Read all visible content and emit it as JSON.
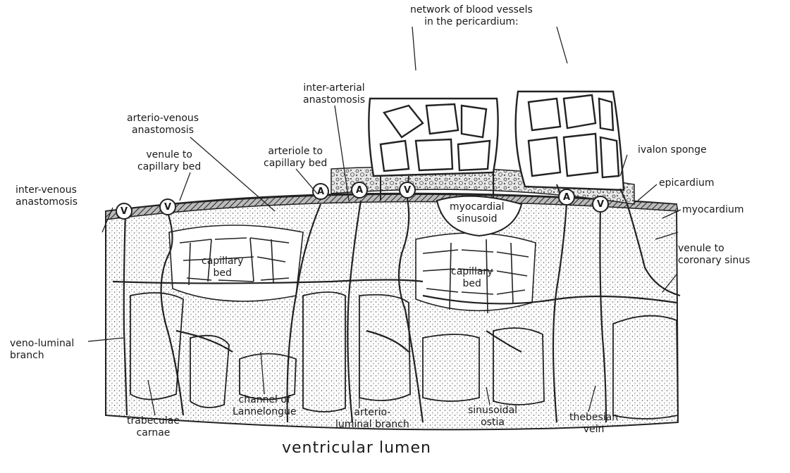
{
  "labels": {
    "pericardium_network": [
      "network of blood vessels",
      "in the pericardium:"
    ],
    "inter_arterial": [
      "inter-arterial",
      "anastomosis"
    ],
    "arterio_venous": [
      "arterio-venous",
      "anastomosis"
    ],
    "arteriole_to_capillary": [
      "arteriole to",
      "capillary bed"
    ],
    "venule_to_capillary": [
      "venule to",
      "capillary bed"
    ],
    "inter_venous": [
      "inter-venous",
      "anastomosis"
    ],
    "ivalon_sponge": "ivalon sponge",
    "epicardium": "epicardium",
    "myocardium": "myocardium",
    "myocardial_sinusoid": [
      "myocardial",
      "sinusoid"
    ],
    "venule_to_coronary": [
      "venule to",
      "coronary sinus"
    ],
    "capillary_bed_left": [
      "capillary",
      "bed"
    ],
    "capillary_bed_right": [
      "capillary",
      "bed"
    ],
    "veno_luminal": [
      "veno-luminal",
      "branch"
    ],
    "trabeculae": [
      "trabeculae",
      "carnae"
    ],
    "channel_lannelongue": [
      "channel of",
      "Lannelongue"
    ],
    "arterio_luminal": [
      "arterio-",
      "luminal branch"
    ],
    "sinusoidal_ostia": [
      "sinusoidal",
      "ostia"
    ],
    "thebesian_vein": [
      "thebesian",
      "vein"
    ],
    "ventricular_lumen": "ventricular lumen",
    "vessel_marks": [
      "V",
      "V",
      "A",
      "A",
      "V",
      "A",
      "V"
    ]
  }
}
